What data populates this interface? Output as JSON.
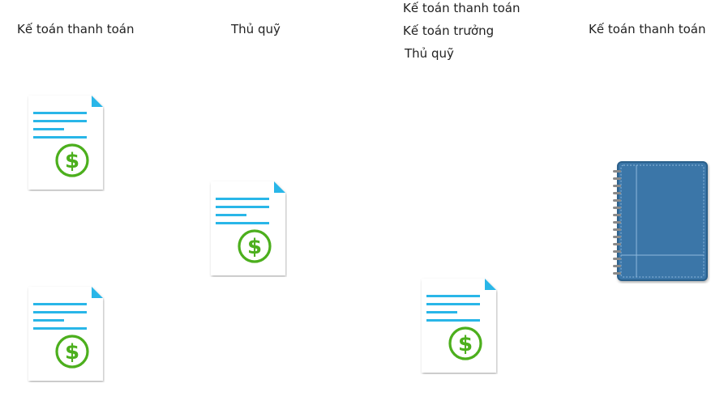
{
  "lanes": [
    {
      "title": "Kế toán thanh toán"
    },
    {
      "title": "Thủ quỹ"
    },
    {
      "titles": [
        "Kế toán thanh toán",
        "Kế toán trưởng",
        "Thủ quỹ"
      ]
    },
    {
      "title": "Kế toán thanh toán"
    }
  ],
  "icons": {
    "payment_document": "payment-document-icon",
    "ledger": "ledger-book-icon"
  },
  "colors": {
    "doc_lines": "#29b6e8",
    "dollar": "#4caf1d",
    "ledger": "#3a76a8",
    "ledger_border": "#2c5f8a",
    "spiral": "#8a8a8a"
  }
}
